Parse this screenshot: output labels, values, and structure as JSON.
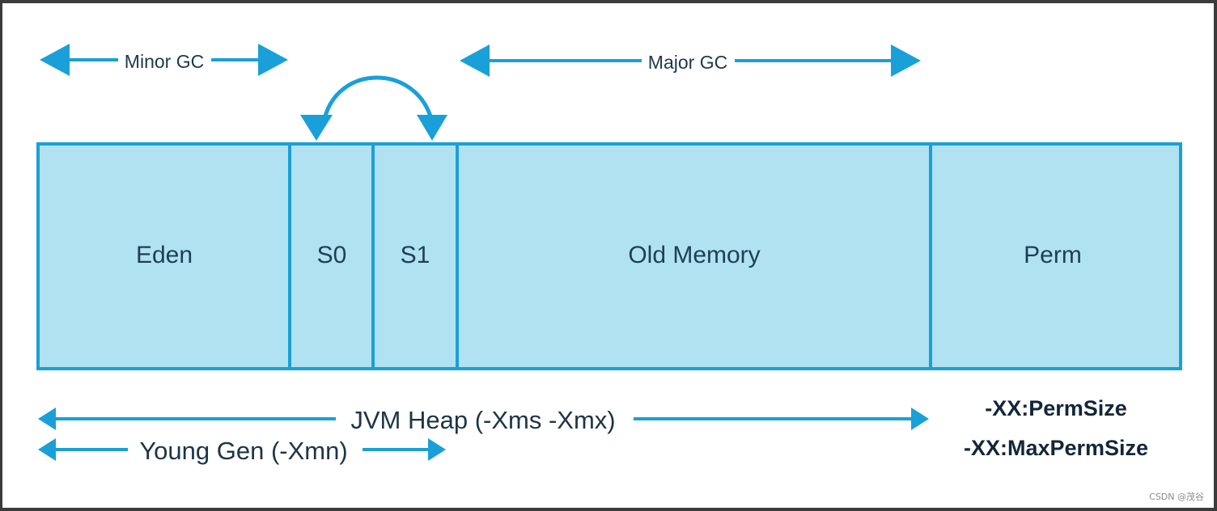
{
  "colors": {
    "segment_fill": "#b1e2f1",
    "segment_stroke": "#1aa0d8",
    "arrow": "#1aa0d8"
  },
  "gc_labels": {
    "minor": "Minor GC",
    "major": "Major GC"
  },
  "segments": [
    {
      "label": "Eden"
    },
    {
      "label": "S0"
    },
    {
      "label": "S1"
    },
    {
      "label": "Old Memory"
    },
    {
      "label": "Perm"
    }
  ],
  "bottom_labels": {
    "jvm_heap": "JVM Heap (-Xms -Xmx)",
    "young_gen": "Young Gen (-Xmn)"
  },
  "perm_flags": {
    "perm_size": "-XX:PermSize",
    "max_perm_size": "-XX:MaxPermSize"
  },
  "watermark": "CSDN @茂谷"
}
